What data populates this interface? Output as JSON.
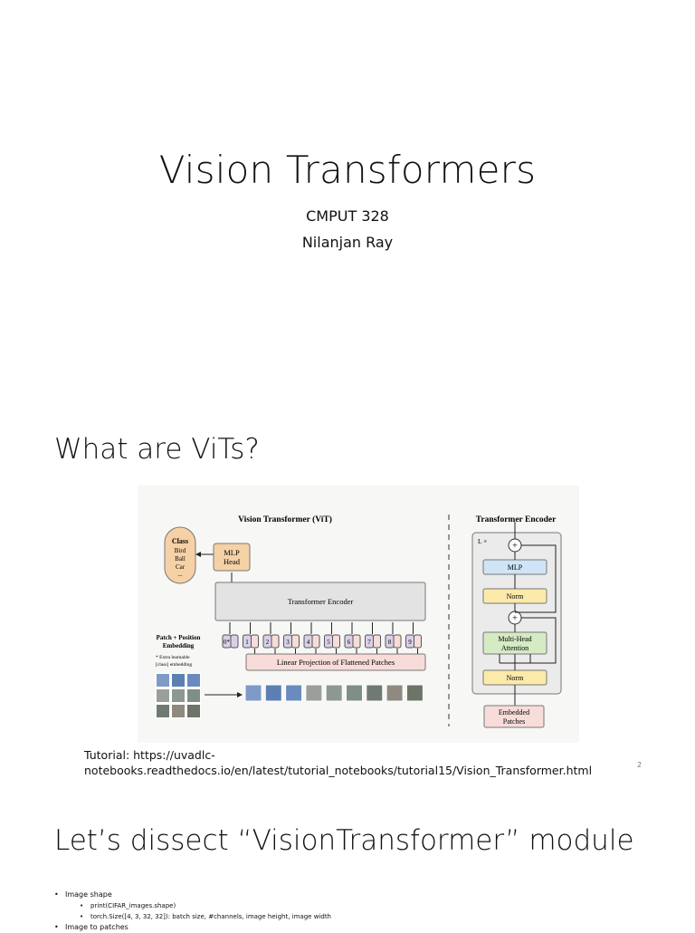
{
  "slide1": {
    "title": "Vision Transformers",
    "course": "CMPUT 328",
    "author": "Nilanjan Ray"
  },
  "slide2": {
    "title": "What are ViTs?",
    "figure": {
      "left_title": "Vision Transformer (ViT)",
      "right_title": "Transformer Encoder",
      "class_box": {
        "heading": "Class",
        "items": [
          "Bird",
          "Ball",
          "Car",
          "..."
        ]
      },
      "mlp_head": [
        "MLP",
        "Head"
      ],
      "encoder_label": "Transformer Encoder",
      "patch_pos_label": [
        "Patch + Position",
        "Embedding"
      ],
      "extra_note": [
        "* Extra learnable",
        "[class] embedding"
      ],
      "tokens": [
        "0*",
        "1",
        "2",
        "3",
        "4",
        "5",
        "6",
        "7",
        "8",
        "9"
      ],
      "linear_projection": "Linear Projection of Flattened Patches",
      "lx": "L ×",
      "enc_blocks": {
        "mlp": "MLP",
        "norm": "Norm",
        "mha": [
          "Multi-Head",
          "Attention"
        ],
        "plus": "+"
      },
      "embedded_patches": [
        "Embedded",
        "Patches"
      ],
      "colors": {
        "orange": "#f6d1a6",
        "gray": "#e3e3e3",
        "pink": "#f7dcd9",
        "blue": "#cfe4f6",
        "yellow": "#fbeaa9",
        "green": "#d4ebc4",
        "purple": "#d9d0e8"
      }
    },
    "tutorial_line1": "Tutorial: https://uvadlc-",
    "tutorial_line2": "notebooks.readthedocs.io/en/latest/tutorial_notebooks/tutorial15/Vision_Transformer.html",
    "page_number": "2"
  },
  "slide3": {
    "title": "Let’s dissect “VisionTransformer” module",
    "bullets": [
      {
        "text": "Image shape",
        "sub": [
          "print(CIFAR_images.shape)",
          "torch.Size([4, 3, 32, 32]): batch size, #channels, image height, image width"
        ]
      },
      {
        "text": "Image to patches"
      }
    ]
  }
}
